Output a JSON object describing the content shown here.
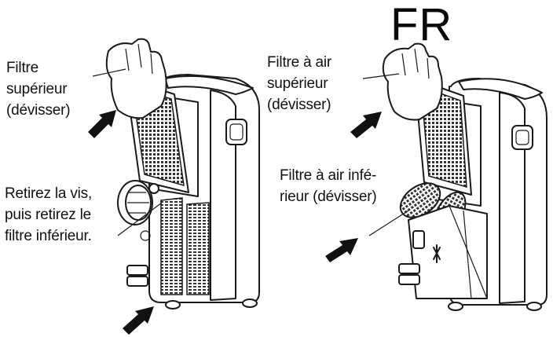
{
  "language_code": "FR",
  "left_figure": {
    "top_label": [
      "Filtre",
      "supérieur",
      "(dévisser)"
    ],
    "side_label": [
      "Retirez la vis,",
      "puis retirez le",
      "filtre inférieur."
    ]
  },
  "right_figure": {
    "top_label": [
      "Filtre à air",
      "supérieur",
      "(dévisser)"
    ],
    "side_label": [
      "Filtre à air infé-",
      "rieur (dévisser)"
    ]
  },
  "icons": [
    "hand-icon",
    "arrow-icon",
    "air-conditioner-illustration"
  ]
}
